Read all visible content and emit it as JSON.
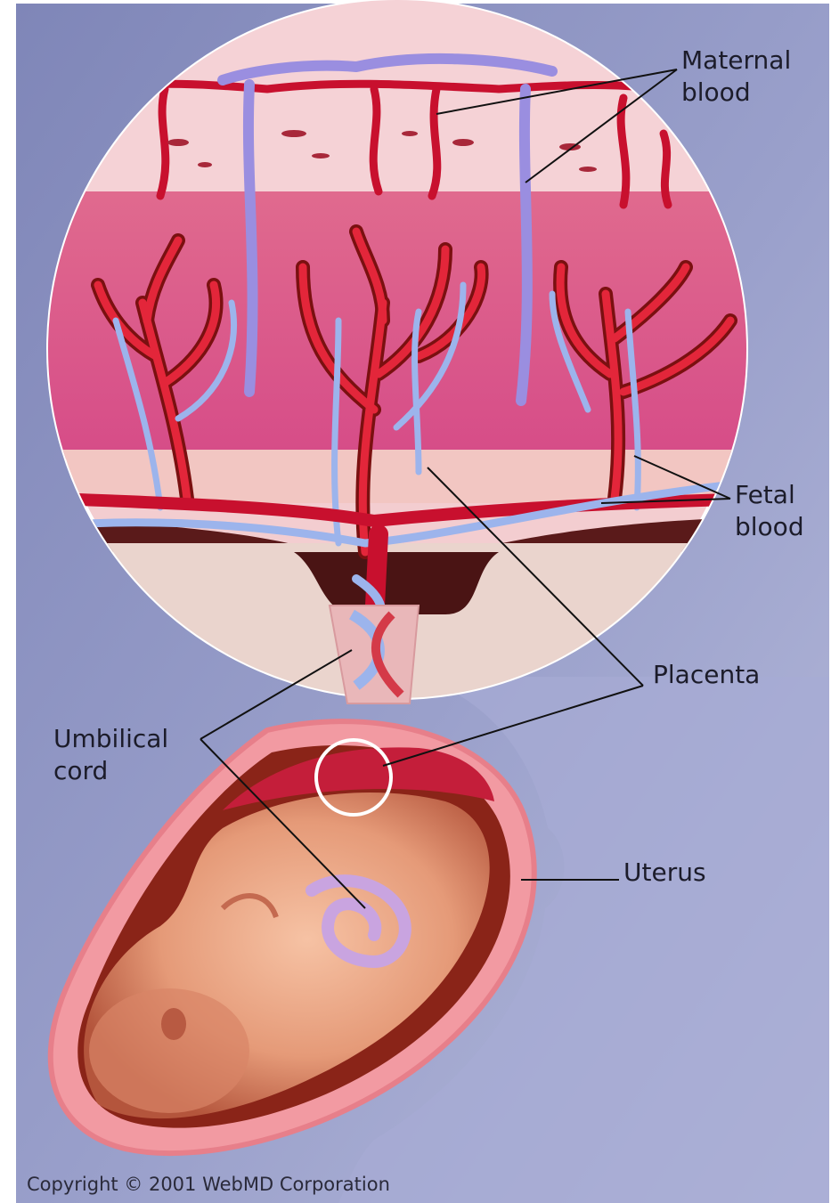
{
  "labels": {
    "maternal_blood": {
      "line1": "Maternal",
      "line2": "blood"
    },
    "fetal_blood": {
      "line1": "Fetal",
      "line2": "blood"
    },
    "placenta": "Placenta",
    "umbilical_cord": {
      "line1": "Umbilical",
      "line2": "cord"
    },
    "uterus": "Uterus"
  },
  "copyright": "Copyright © 2001 WebMD Corporation",
  "colors": {
    "background": "#8f95c2",
    "tissue_pink": "#f2c4c4",
    "artery_red": "#c8102e",
    "vein_blue": "#8fa6e6",
    "uterus_wall": "#f08c96",
    "fetus_skin": "#e99a78",
    "label_text": "#1c1c2a"
  }
}
